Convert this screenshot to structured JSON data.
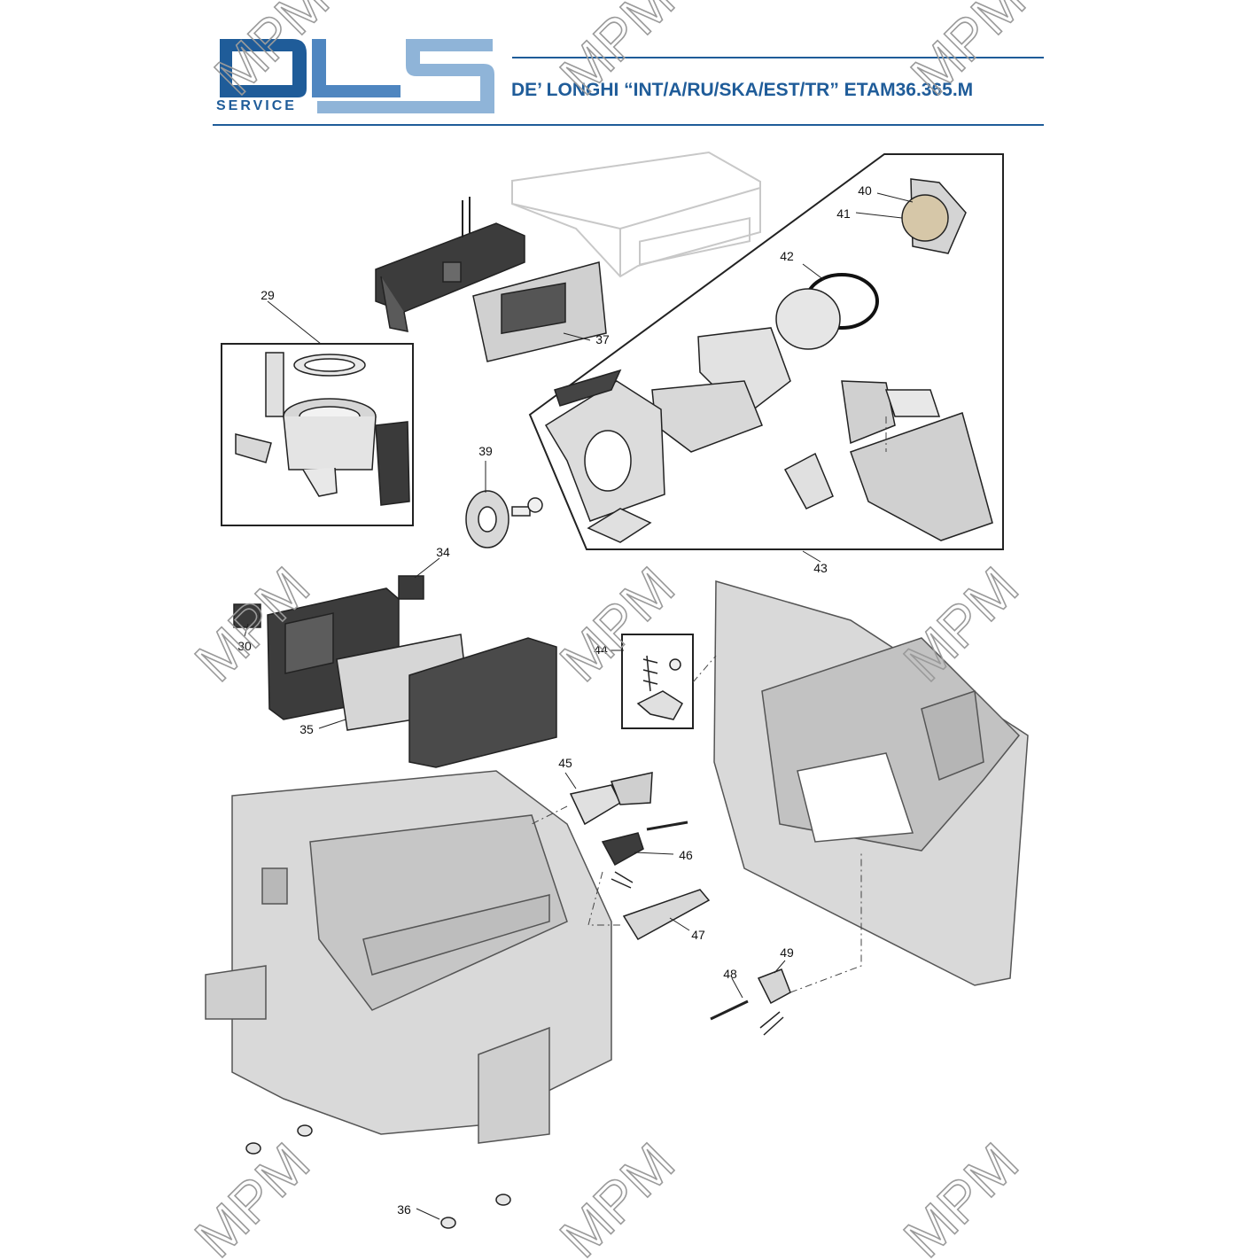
{
  "header": {
    "logo_text": "DLS",
    "logo_subtext": "SERVICE",
    "title": "DE’ LONGHI “INT/A/RU/SKA/EST/TR” ETAM36.365.M"
  },
  "watermark": {
    "text": "MPM"
  },
  "callouts": [
    {
      "id": "c29",
      "label": "29"
    },
    {
      "id": "c30",
      "label": "30"
    },
    {
      "id": "c34",
      "label": "34"
    },
    {
      "id": "c35",
      "label": "35"
    },
    {
      "id": "c36",
      "label": "36"
    },
    {
      "id": "c37",
      "label": "37"
    },
    {
      "id": "c39",
      "label": "39"
    },
    {
      "id": "c40",
      "label": "40"
    },
    {
      "id": "c41",
      "label": "41"
    },
    {
      "id": "c42",
      "label": "42"
    },
    {
      "id": "c43",
      "label": "43"
    },
    {
      "id": "c44",
      "label": "44"
    },
    {
      "id": "c45",
      "label": "45"
    },
    {
      "id": "c46",
      "label": "46"
    },
    {
      "id": "c47",
      "label": "47"
    },
    {
      "id": "c48",
      "label": "48"
    },
    {
      "id": "c49",
      "label": "49"
    }
  ],
  "colors": {
    "brand_dark": "#1f5c99",
    "brand_light": "#8fb4d8",
    "part_fill": "#d9d9d9",
    "part_dark": "#4a4a4a",
    "line": "#222222",
    "watermark": "#9a9a9a"
  }
}
